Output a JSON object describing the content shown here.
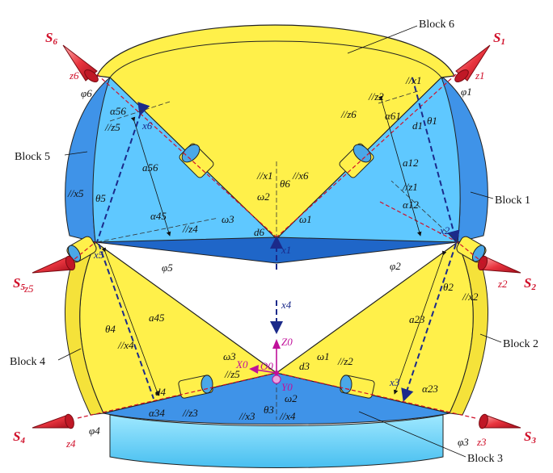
{
  "colors": {
    "block_yellow": "#fff04a",
    "block_blue_light": "#5fc8ff",
    "block_blue_mid": "#3f93e8",
    "block_blue_dark": "#1f66c8",
    "axis_red": "#d0102a",
    "axis_blue": "#1b2a8a",
    "origin_magenta": "#c0109a"
  },
  "blocks": {
    "block1": "Block 1",
    "block2": "Block 2",
    "block3": "Block 3",
    "block4": "Block 4",
    "block5": "Block 5",
    "block6": "Block 6"
  },
  "screw_axes": {
    "s1": "S",
    "s1_sub": "1",
    "s2": "S",
    "s2_sub": "2",
    "s3": "S",
    "s3_sub": "3",
    "s4": "S",
    "s4_sub": "4",
    "s5": "S",
    "s5_sub": "5",
    "s6": "S",
    "s6_sub": "6"
  },
  "labels": {
    "z1": "z1",
    "z2": "z2",
    "z3": "z3",
    "z4": "z4",
    "z5": "z5",
    "z6": "z6",
    "x1": "x1",
    "x2": "x2",
    "x3": "x3",
    "x4": "x4",
    "x5": "x5",
    "x6": "x6",
    "phi1": "φ1",
    "phi2": "φ2",
    "phi3": "φ3",
    "phi4": "φ4",
    "phi5": "φ5",
    "phi6": "φ6",
    "theta1": "θ1",
    "theta2": "θ2",
    "theta3": "θ3",
    "theta4": "θ4",
    "theta5": "θ5",
    "theta6": "θ6",
    "alpha12": "α12",
    "alpha12b": "α12",
    "alpha23": "α23",
    "alpha23b": "α23",
    "alpha34": "α34",
    "alpha45": "α45",
    "alpha56": "α56",
    "alpha61": "α61",
    "a12": "a12",
    "a23": "a23",
    "a45": "a45",
    "a56": "a56",
    "d1": "d1",
    "d3": "d3",
    "d4": "d4",
    "d6": "d6",
    "omega1": "ω1",
    "omega2": "ω2",
    "omega3": "ω3",
    "omega1b": "ω1",
    "omega2b": "ω2",
    "omega3b": "ω3",
    "par_x1": "//x1",
    "par_z2": "//z2",
    "par_z6": "//z6",
    "par_z1": "//z1",
    "par_x1b": "//x1",
    "par_x6": "//x6",
    "par_z5": "//z5",
    "par_x5": "//x5",
    "par_z4": "//z4",
    "par_x2": "//x2",
    "par_z2b": "//z2",
    "par_x4": "//x4",
    "par_z5b": "//z5",
    "par_z3": "//z3",
    "par_x3": "//x3",
    "par_x4b": "//x4",
    "Z0": "Z0",
    "X0": "X0",
    "Y0": "Y0",
    "O0": "O0"
  }
}
